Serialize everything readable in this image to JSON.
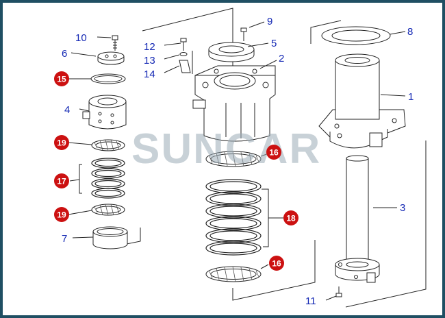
{
  "watermark": "SUNCAR",
  "colors": {
    "border": "#1f4f63",
    "label": "#1428b4",
    "badge": "#cc1111",
    "watermark": "#9aabb6"
  },
  "labels": [
    {
      "id": "1",
      "text": "1"
    },
    {
      "id": "2",
      "text": "2"
    },
    {
      "id": "3",
      "text": "3"
    },
    {
      "id": "4",
      "text": "4"
    },
    {
      "id": "5",
      "text": "5"
    },
    {
      "id": "6",
      "text": "6"
    },
    {
      "id": "7",
      "text": "7"
    },
    {
      "id": "8",
      "text": "8"
    },
    {
      "id": "9",
      "text": "9"
    },
    {
      "id": "10",
      "text": "10"
    },
    {
      "id": "11",
      "text": "11"
    },
    {
      "id": "12",
      "text": "12"
    },
    {
      "id": "13",
      "text": "13"
    },
    {
      "id": "14",
      "text": "14"
    }
  ],
  "badges": [
    {
      "id": "15",
      "text": "15"
    },
    {
      "id": "16a",
      "text": "16"
    },
    {
      "id": "16b",
      "text": "16"
    },
    {
      "id": "17",
      "text": "17"
    },
    {
      "id": "18",
      "text": "18"
    },
    {
      "id": "19a",
      "text": "19"
    },
    {
      "id": "19b",
      "text": "19"
    }
  ]
}
